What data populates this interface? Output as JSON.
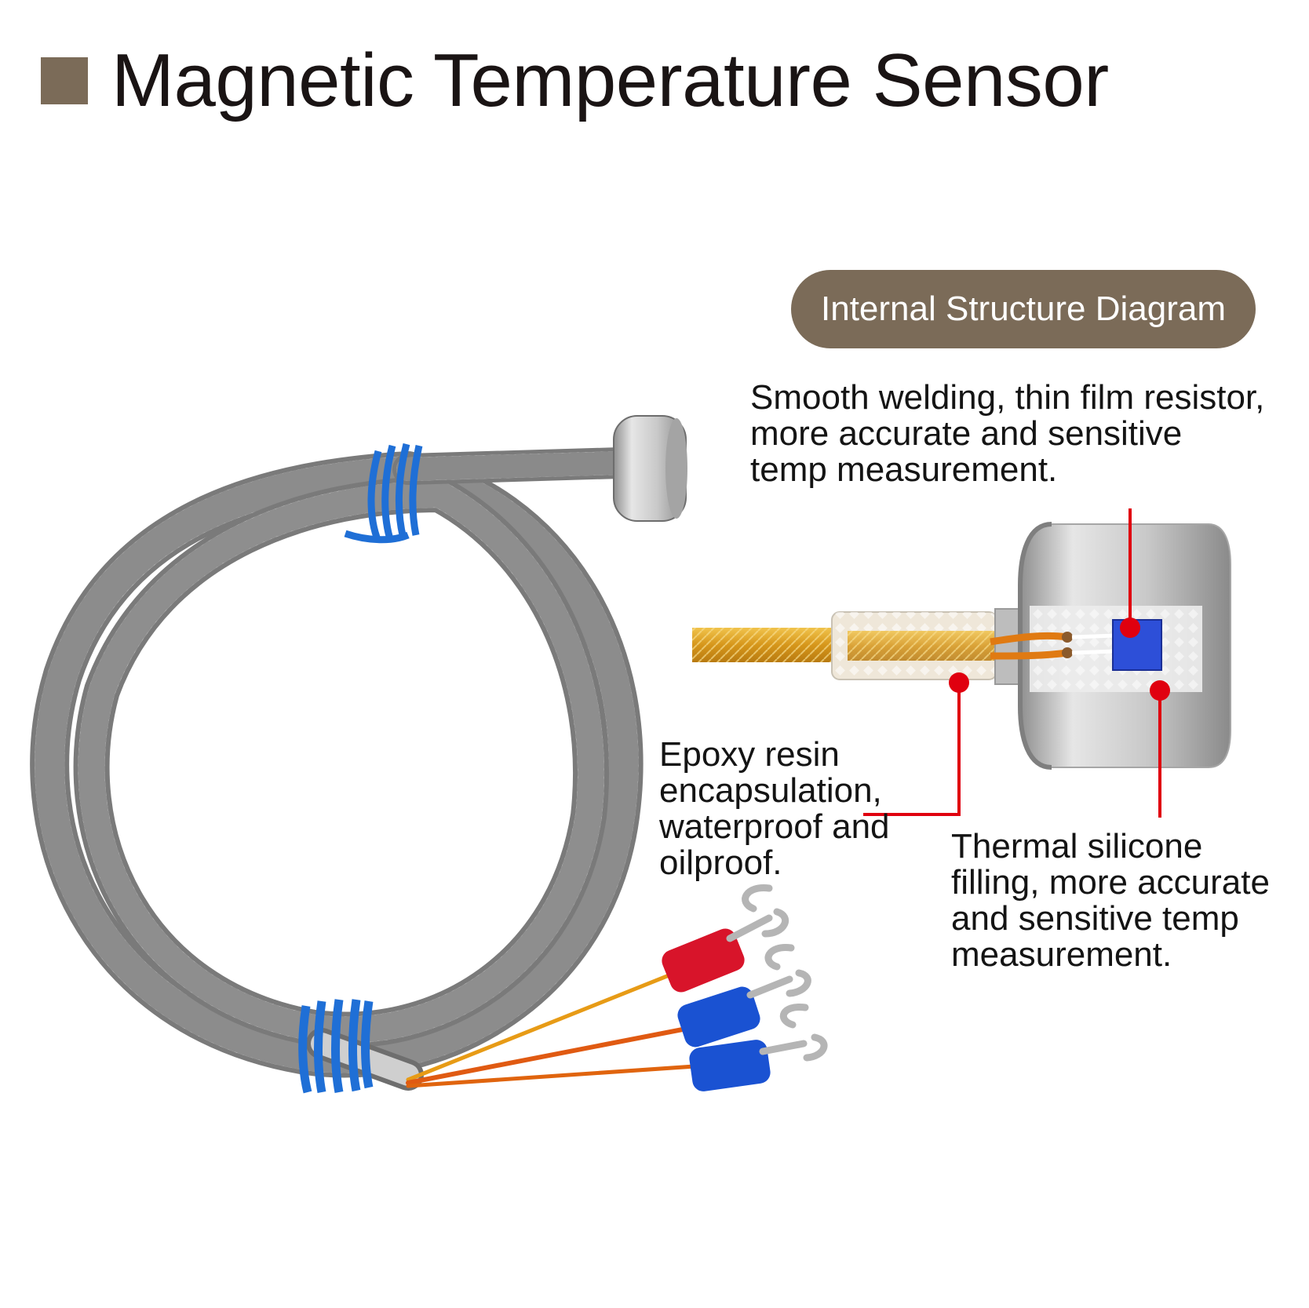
{
  "title": "Magnetic Temperature Sensor",
  "colors": {
    "accent": "#7b6b58",
    "callout_line": "#e0000f",
    "wire_binding": "#1f6fd6",
    "terminal_red": "#d8142a",
    "terminal_blue": "#1a52d2",
    "resistor": "#2d4fd8",
    "sheath": "#d8a020"
  },
  "diagram_badge": "Internal Structure Diagram",
  "callouts": {
    "welding": {
      "lines": [
        "Smooth welding, thin film resistor,",
        "more accurate and sensitive",
        "temp measurement."
      ]
    },
    "epoxy": {
      "lines": [
        "Epoxy resin",
        "encapsulation,",
        "waterproof and",
        "oilproof."
      ]
    },
    "silicone": {
      "lines": [
        "Thermal silicone",
        "filling, more accurate",
        "and sensitive temp",
        "measurement."
      ]
    }
  }
}
